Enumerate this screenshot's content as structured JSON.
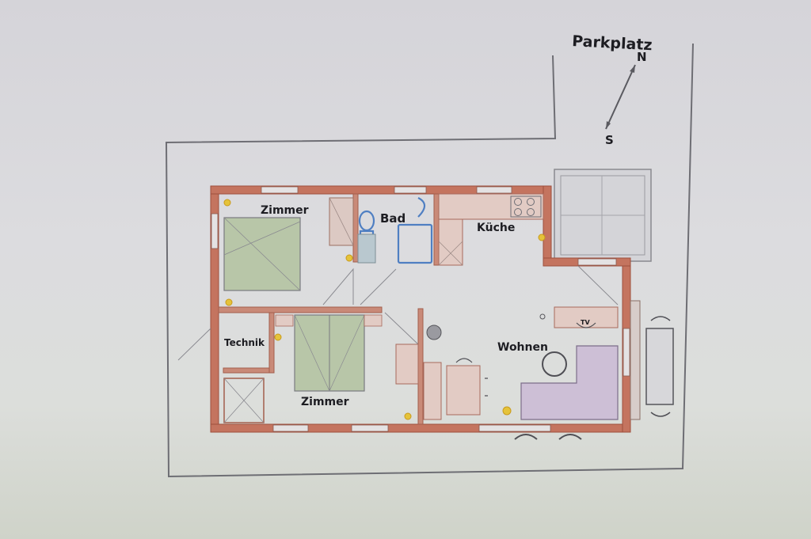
{
  "labels": {
    "parking": "Parkplatz",
    "compass_north": "N",
    "compass_south": "S",
    "room_top_left": "Zimmer",
    "bath": "Bad",
    "kitchen": "Küche",
    "technik": "Technik",
    "room_bottom": "Zimmer",
    "living": "Wohnen",
    "tv": "TV"
  },
  "colors": {
    "paper": "#dcdcdf",
    "pencil": "#6e6e74",
    "brick": "#b8614f",
    "bed_green": "#b8c6a8",
    "bath_blue": "#4f7fc2",
    "sofa_purple": "#cdbfd6",
    "light_yellow": "#e5c33a"
  }
}
